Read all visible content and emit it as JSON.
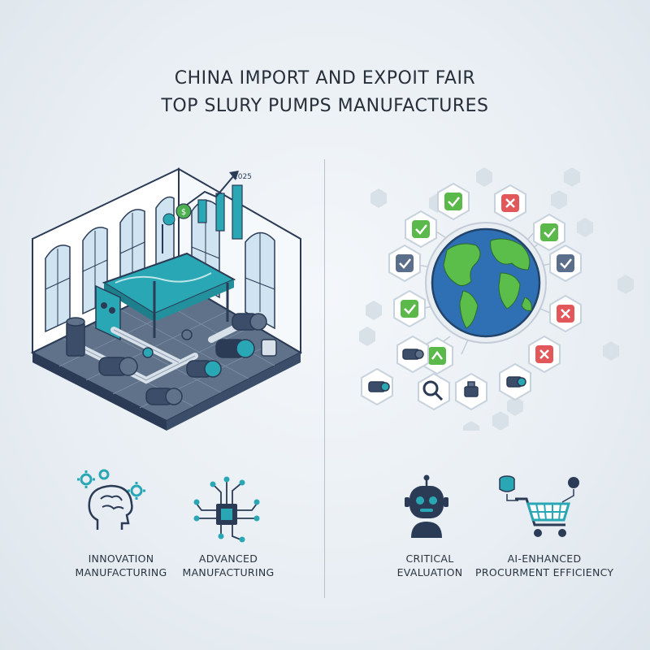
{
  "title": {
    "line1": "CHINA IMPORT AND EXPOIT FAIR",
    "line2": "TOP SLURY PUMPS MANUFACTURES"
  },
  "illustration": {
    "chart_year_label": "2025"
  },
  "features": [
    {
      "line1": "INNOVATION",
      "line2": "MANUFACTURING",
      "icon": "brain-gears-icon"
    },
    {
      "line1": "ADVANCED",
      "line2": "MANUFACTURING",
      "icon": "circuit-chip-icon"
    },
    {
      "line1": "CRITICAL",
      "line2": "EVALUATION",
      "icon": "robot-icon"
    },
    {
      "line1": "AI-ENHANCED",
      "line2": "PROCURMENT EFFICIENCY",
      "icon": "shopping-cart-icon"
    }
  ],
  "colors": {
    "teal": "#2aa7b5",
    "navy": "#2b3b55",
    "green": "#5bb84a",
    "red": "#e2575a",
    "ocean": "#2f6fb3"
  }
}
